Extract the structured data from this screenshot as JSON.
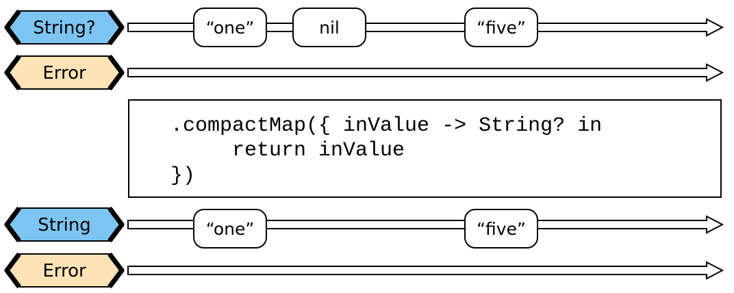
{
  "colors": {
    "value_tag": "#7cc4f2",
    "error_tag": "#fde3b5",
    "outline": "#000000",
    "background": "#ffffff"
  },
  "streams": [
    {
      "type": "String?",
      "kind": "value",
      "values": [
        "“one”",
        "nil",
        "“five”"
      ]
    },
    {
      "type": "Error",
      "kind": "error",
      "values": []
    },
    {
      "type": "String",
      "kind": "value",
      "values": [
        "“one”",
        "“five”"
      ]
    },
    {
      "type": "Error",
      "kind": "error",
      "values": []
    }
  ],
  "operator": {
    "code_lines": [
      ".compactMap({ inValue -> String? in",
      "     return inValue",
      "})"
    ]
  }
}
